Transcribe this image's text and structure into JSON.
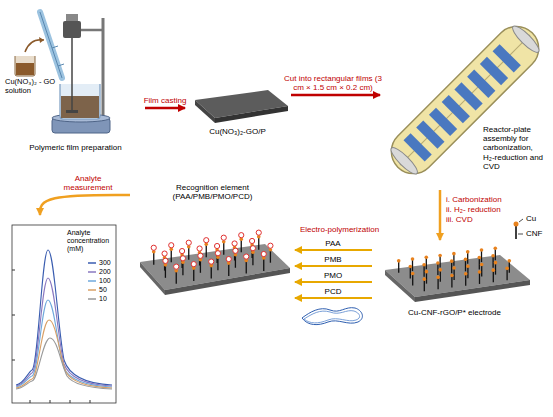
{
  "diagram": {
    "nodes": [
      {
        "text": [
          "Polymeric film preparation"
        ]
      },
      {
        "text": [
          "Cu(NO₃)₂-GO/P"
        ]
      },
      {
        "text": [
          "Reactor-plate assembly for carbonization, H₂-reduction and CVD"
        ]
      },
      {
        "text": [
          "Cu-CNF-rGO/P* electrode"
        ]
      },
      {
        "text": [
          "Recognition element (PAA/PMB/PMO/PCD)"
        ]
      },
      {
        "text": [
          "Analyte concentration (mM)"
        ]
      }
    ],
    "edges": [
      {
        "from": 0,
        "to": 1,
        "arrow": "to",
        "label": "Film casting"
      },
      {
        "from": 1,
        "to": 2,
        "arrow": "to",
        "label": "Cut into rectangular films (3 cm × 1.5 cm × 0.2 cm)"
      },
      {
        "from": 2,
        "to": 3,
        "arrow": "to"
      },
      {
        "from": 3,
        "to": 4,
        "arrow": "to",
        "label": "PAA"
      },
      {
        "from": 3,
        "to": 4,
        "arrow": "to",
        "label": "PMB"
      },
      {
        "from": 3,
        "to": 4,
        "arrow": "to",
        "label": "PMO"
      },
      {
        "from": 3,
        "to": 4,
        "arrow": "to",
        "label": "PCD"
      },
      {
        "from": 4,
        "to": 5,
        "arrow": "to",
        "label": "Analyte measurement"
      }
    ],
    "labels": [
      "Cu(NO₃)₂ - GO solution",
      "i. Carbonization",
      "ii. H₂- reduction",
      "iii. CVD",
      "Cu",
      "CNF",
      "Electro-polymerization"
    ],
    "legend": [
      {
        "text": "300"
      },
      {
        "text": "200"
      },
      {
        "text": "100"
      },
      {
        "text": "50"
      },
      {
        "text": "10"
      }
    ]
  }
}
